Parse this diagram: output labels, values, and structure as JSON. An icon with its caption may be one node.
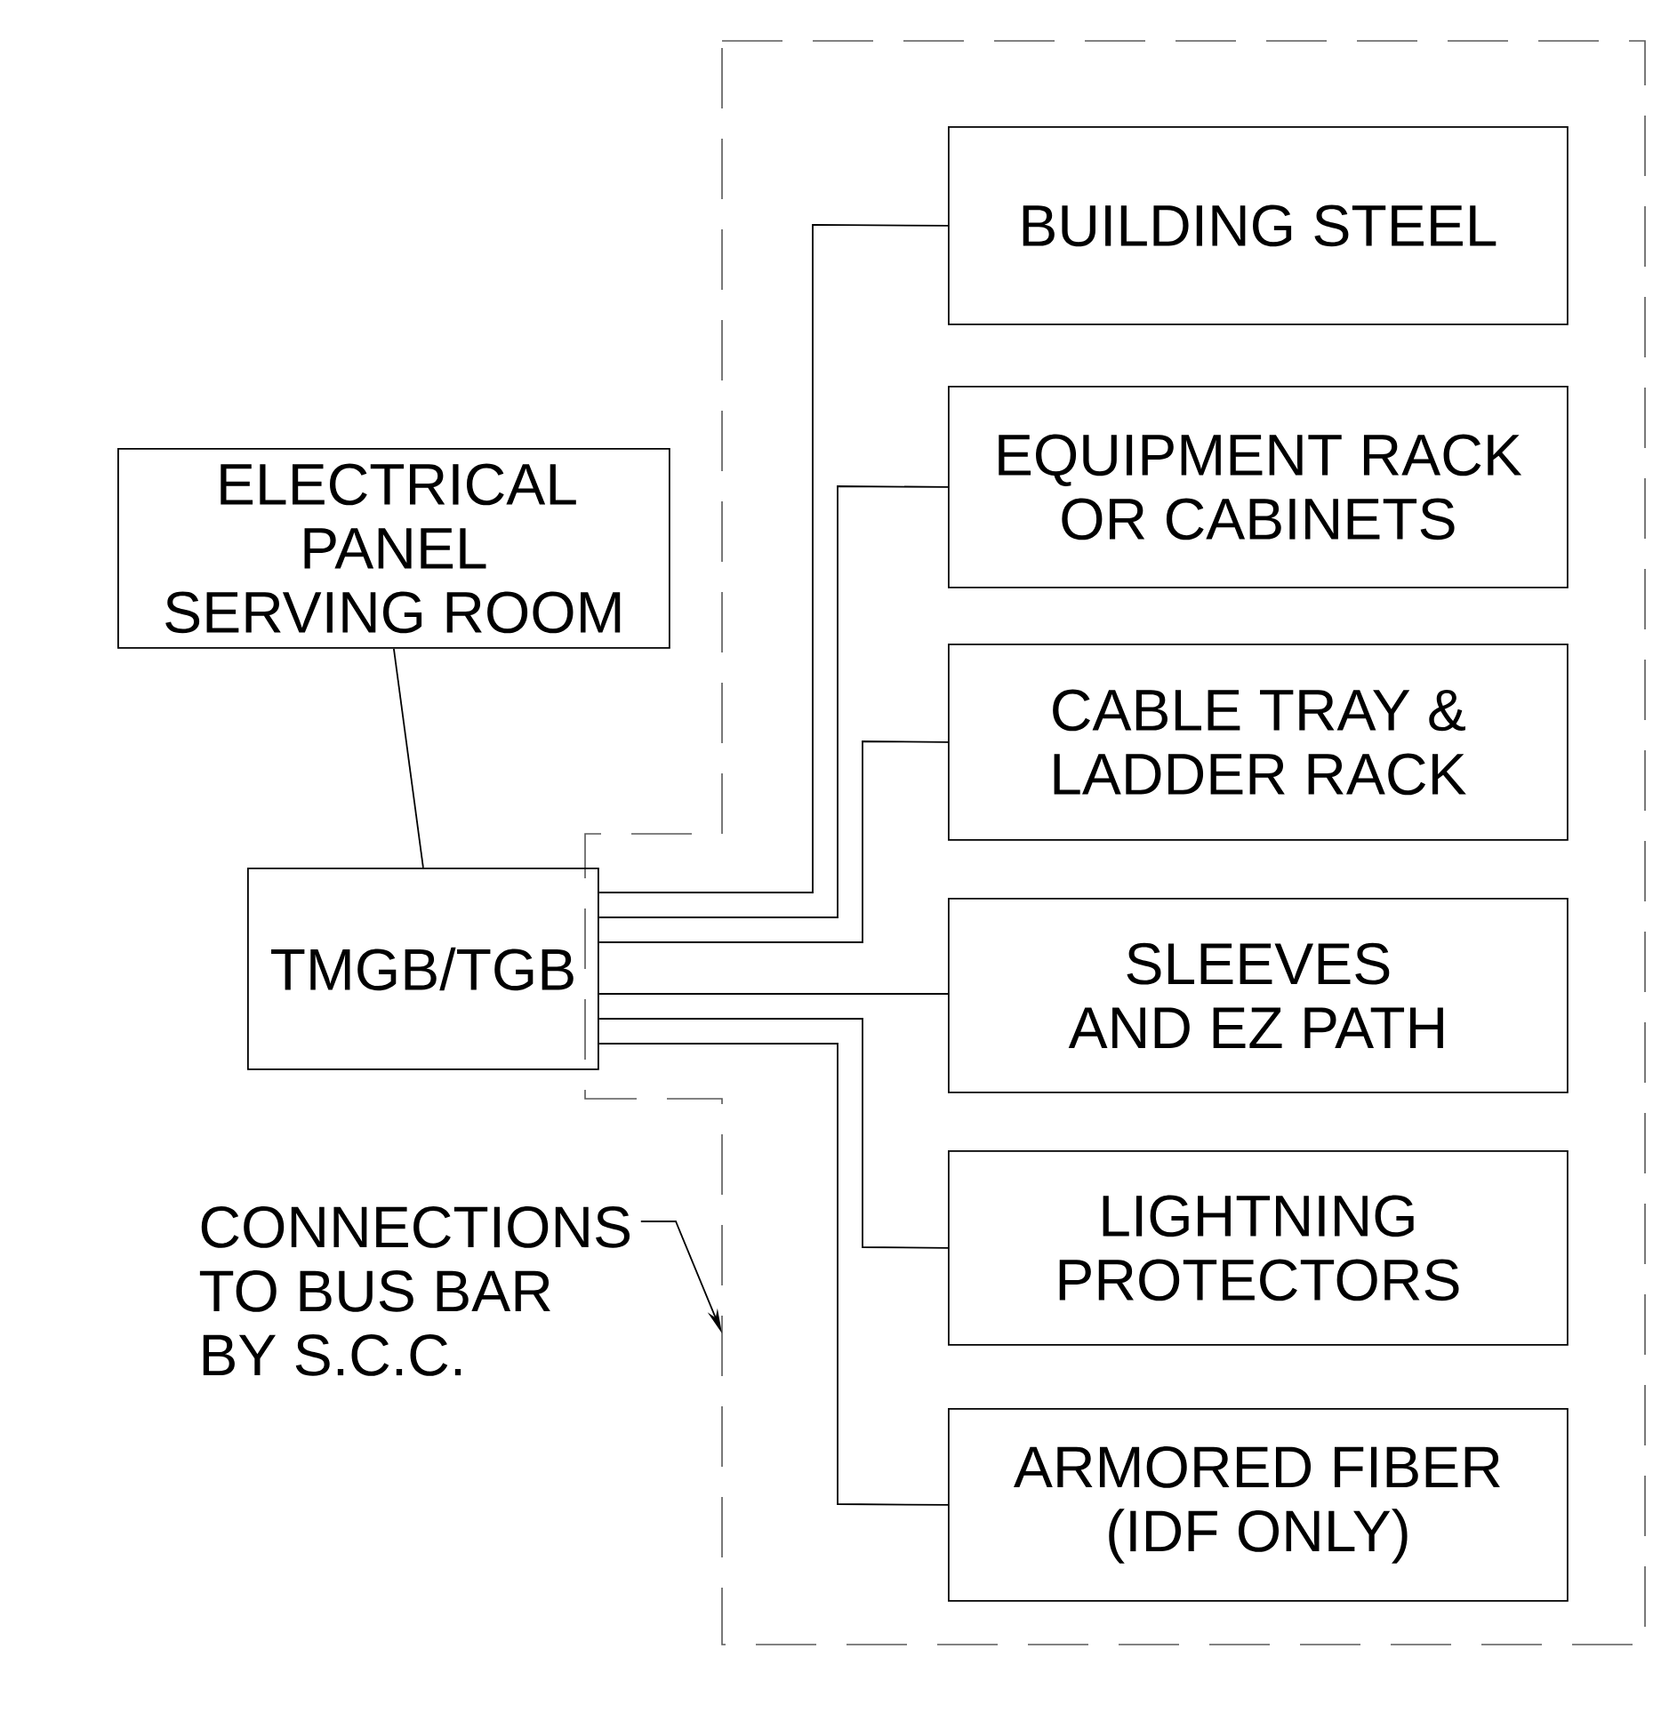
{
  "diagram": {
    "nodes": [
      {
        "text": [],
        "shape": "box"
      },
      {
        "text": [
          "BUILDING STEEL"
        ],
        "in": 0
      },
      {
        "text": [
          "EQUIPMENT RACK OR CABINETS"
        ],
        "in": 0
      },
      {
        "text": [
          "CABLE TRAY & LADDER RACK"
        ],
        "in": 0
      },
      {
        "text": [
          "SLEEVES AND EZ PATH"
        ],
        "in": 0
      },
      {
        "text": [
          "LIGHTNING PROTECTORS"
        ],
        "in": 0
      },
      {
        "text": [
          "ARMORED FIBER (IDF ONLY)"
        ],
        "in": 0
      },
      {
        "text": [
          "ELECTRICAL PANEL SERVING ROOM"
        ]
      },
      {
        "text": [
          "TMGB/TGB"
        ]
      },
      {
        "text": [
          "CONNECTIONS TO BUS BAR BY S.C.C."
        ]
      }
    ],
    "edges": [
      {
        "from": 8,
        "to": 1,
        "arrow": "none"
      },
      {
        "from": 8,
        "to": 2,
        "arrow": "none"
      },
      {
        "from": 8,
        "to": 3,
        "arrow": "none"
      },
      {
        "from": 8,
        "to": 4,
        "arrow": "none"
      },
      {
        "from": 8,
        "to": 5,
        "arrow": "none"
      },
      {
        "from": 8,
        "to": 6,
        "arrow": "none"
      },
      {
        "from": 7,
        "to": 8,
        "arrow": "none"
      },
      {
        "from": 9,
        "to": 0,
        "arrow": "to"
      }
    ]
  }
}
